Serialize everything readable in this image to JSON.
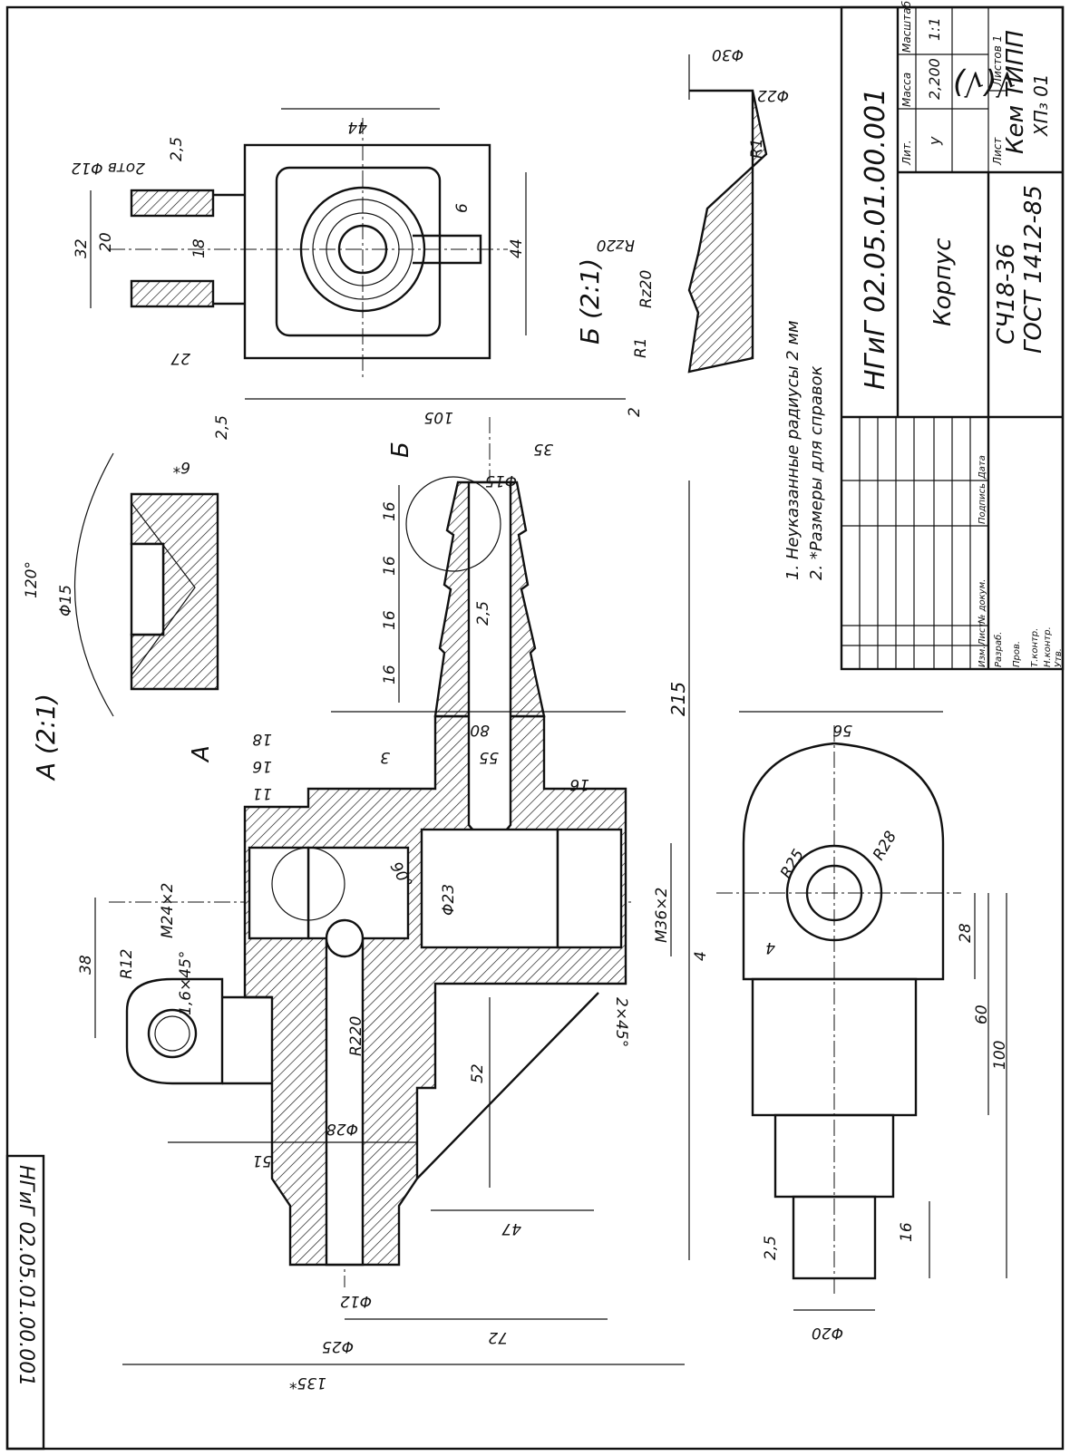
{
  "roughness_mark": "√(√)",
  "doc_code_main": "НГиГ 02.05.01.00.001",
  "doc_code_side": "НГиГ 02.05.01.00.001",
  "part_name": "Корпус",
  "material_1": "СЧ18-36",
  "material_2": "ГОСТ 1412-85",
  "organization_1": "Кем ТИПП",
  "organization_2": "ХП₃ 01",
  "title_block": {
    "lit_label": "Лит.",
    "mass_label": "Масса",
    "scale_label": "Масштаб",
    "lit_value": "у",
    "mass_value": "2,200",
    "scale_value": "1:1",
    "sheet_label": "Лист",
    "sheets_label": "Листов 1",
    "change_rows": [
      "Изм.",
      "Разраб.",
      "Пров.",
      "Т.контр.",
      "Н.контр.",
      "Утв."
    ],
    "col_headers": [
      "Изм.",
      "Лист",
      "№ докум.",
      "Подпись",
      "Дата"
    ]
  },
  "notes": {
    "n1": "1. Неуказанные радиусы 2 мм",
    "n2": "2. *Размеры для справок"
  },
  "views": {
    "detail_a": "А (2:1)",
    "detail_b": "Б (2:1)",
    "label_a": "А",
    "label_b": "Б"
  },
  "dims": {
    "d135": "135*",
    "d72": "72",
    "d25": "Φ25",
    "d12": "Φ12",
    "d47": "47",
    "d51": "51",
    "d52": "52",
    "d28dia": "Φ28",
    "r220": "R220",
    "r12": "R12",
    "d38": "38",
    "c16": "1,6×45°",
    "c2": "2×45°",
    "m24": "M24×2",
    "m36": "M36×2",
    "d23": "Φ23",
    "a90": "90°",
    "d11": "11",
    "d16a": "16",
    "d18": "18",
    "d3": "3",
    "d55": "55",
    "d80": "80",
    "d16b": "16",
    "d215": "215",
    "d16c": "16",
    "d16d": "16",
    "d16e": "16",
    "d16f": "16",
    "d15dia": "Φ15",
    "d35": "35",
    "d105": "105",
    "rough25": "2,5",
    "rough2": "2",
    "a120": "120°",
    "d15a": "Φ15",
    "d6star": "6*",
    "d27": "27",
    "d32": "32",
    "d20": "20",
    "d18b": "18",
    "holes": "2отв Φ12",
    "d44a": "44",
    "d44b": "44",
    "d6": "6",
    "d30dia": "Φ30",
    "d22dia": "Φ22",
    "r1a": "R1",
    "r1b": "R1",
    "rz20a": "Rz20",
    "rz20b": "Rz20",
    "d56": "56",
    "r28": "R28",
    "r25": "R25",
    "d4a": "4",
    "d4b": "4",
    "d28": "28",
    "d60": "60",
    "d100": "100",
    "d16g": "16",
    "d20dia": "Φ20"
  }
}
